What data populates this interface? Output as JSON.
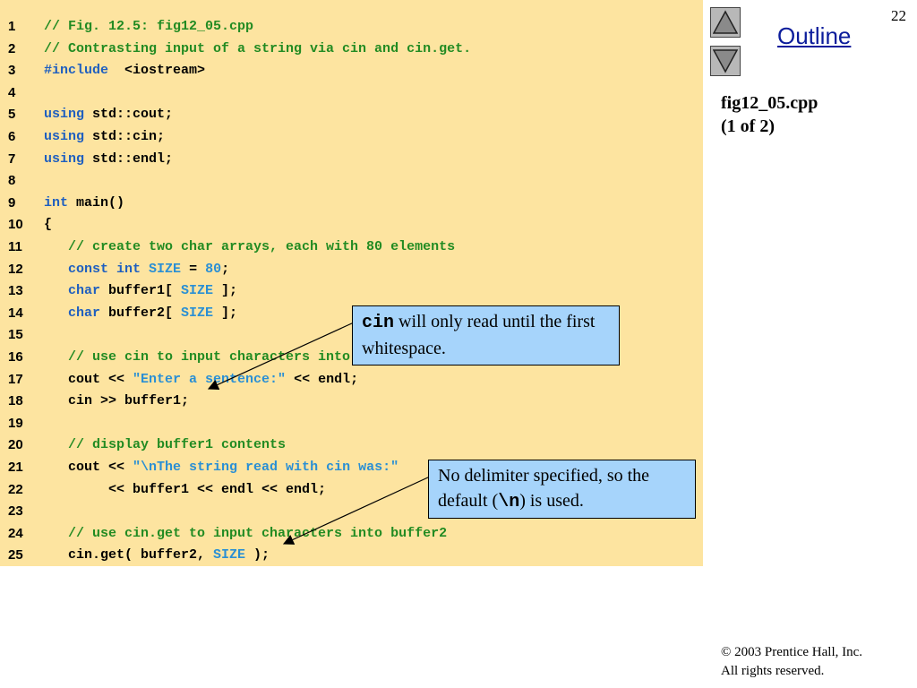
{
  "page_number": "22",
  "outline_label": "Outline",
  "file_title": "fig12_05.cpp",
  "file_part": "(1 of 2)",
  "code_lines": [
    {
      "n": "1",
      "t": [
        [
          "cm",
          "// Fig. 12.5: fig12_05.cpp"
        ]
      ]
    },
    {
      "n": "2",
      "t": [
        [
          "cm",
          "// Contrasting input of a string via cin and cin.get."
        ]
      ]
    },
    {
      "n": "3",
      "t": [
        [
          "kw",
          "#include"
        ],
        [
          "",
          "  <iostream>"
        ]
      ]
    },
    {
      "n": "4",
      "t": []
    },
    {
      "n": "5",
      "t": [
        [
          "kw",
          "using"
        ],
        [
          "",
          " std::cout;"
        ]
      ]
    },
    {
      "n": "6",
      "t": [
        [
          "kw",
          "using"
        ],
        [
          "",
          " std::cin;"
        ]
      ]
    },
    {
      "n": "7",
      "t": [
        [
          "kw",
          "using"
        ],
        [
          "",
          " std::endl;"
        ]
      ]
    },
    {
      "n": "8",
      "t": []
    },
    {
      "n": "9",
      "t": [
        [
          "kw",
          "int"
        ],
        [
          "",
          " main()"
        ]
      ]
    },
    {
      "n": "10",
      "t": [
        [
          "",
          "{"
        ]
      ]
    },
    {
      "n": "11",
      "t": [
        [
          "cm",
          "   // create two char arrays, each with 80 elements"
        ]
      ]
    },
    {
      "n": "12",
      "t": [
        [
          "kw",
          "   const int"
        ],
        [
          "",
          " "
        ],
        [
          "id",
          "SIZE"
        ],
        [
          "",
          " = "
        ],
        [
          "id",
          "80"
        ],
        [
          "",
          ";"
        ]
      ]
    },
    {
      "n": "13",
      "t": [
        [
          "kw",
          "   char"
        ],
        [
          "",
          " buffer1[ "
        ],
        [
          "id",
          "SIZE"
        ],
        [
          "",
          " ];"
        ]
      ]
    },
    {
      "n": "14",
      "t": [
        [
          "kw",
          "   char"
        ],
        [
          "",
          " buffer2[ "
        ],
        [
          "id",
          "SIZE"
        ],
        [
          "",
          " ];"
        ]
      ]
    },
    {
      "n": "15",
      "t": []
    },
    {
      "n": "16",
      "t": [
        [
          "cm",
          "   // use cin to input characters into buffer1"
        ]
      ]
    },
    {
      "n": "17",
      "t": [
        [
          "",
          "   cout << "
        ],
        [
          "st",
          "\"Enter a sentence:\""
        ],
        [
          "",
          " << endl;"
        ]
      ]
    },
    {
      "n": "18",
      "t": [
        [
          "",
          "   cin >> buffer1;"
        ]
      ]
    },
    {
      "n": "19",
      "t": []
    },
    {
      "n": "20",
      "t": [
        [
          "cm",
          "   // display buffer1 contents"
        ]
      ]
    },
    {
      "n": "21",
      "t": [
        [
          "",
          "   cout << "
        ],
        [
          "st",
          "\"\\nThe string read with cin was:\""
        ]
      ]
    },
    {
      "n": "22",
      "t": [
        [
          "",
          "        << buffer1 << endl << endl;"
        ]
      ]
    },
    {
      "n": "23",
      "t": []
    },
    {
      "n": "24",
      "t": [
        [
          "cm",
          "   // use cin.get to input characters into buffer2"
        ]
      ]
    },
    {
      "n": "25",
      "t": [
        [
          "",
          "   cin.get( buffer2, "
        ],
        [
          "id",
          "SIZE"
        ],
        [
          "",
          " );"
        ]
      ]
    }
  ],
  "callout1": {
    "code": "cin",
    "text": " will only read until the first whitespace."
  },
  "callout2": {
    "text_before": "No delimiter specified, so the default (",
    "code": "\\n",
    "text_after": ") is used."
  },
  "copyright_symbol": "©",
  "copyright_line1": " 2003 Prentice Hall, Inc.",
  "copyright_line2": "All rights reserved.",
  "colors": {
    "code_bg": "#fde4a0",
    "comment": "#228b22",
    "keyword": "#1f5fbf",
    "identifier": "#2a8fd4",
    "callout_bg": "#a6d4fb",
    "outline": "#0b1c9b"
  }
}
